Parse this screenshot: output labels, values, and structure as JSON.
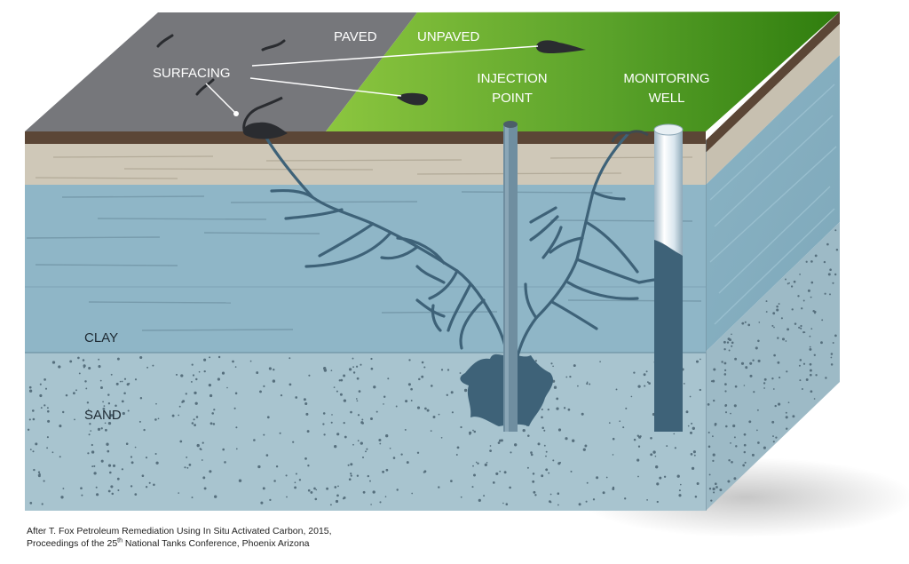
{
  "labels": {
    "paved": "PAVED",
    "unpaved": "UNPAVED",
    "surfacing": "SURFACING",
    "injection_point": [
      "INJECTION",
      "POINT"
    ],
    "monitoring_well": [
      "MONITORING",
      "WELL"
    ],
    "clay": "CLAY",
    "sand": "SAND"
  },
  "caption": {
    "line1": "After T. Fox Petroleum Remediation Using In Situ Activated Carbon, 2015,",
    "line2_prefix": "Proceedings of the 25",
    "line2_sup": "th",
    "line2_suffix": " National Tanks Conference, Phoenix Arizona"
  },
  "colors": {
    "paved": "#76777b",
    "unpaved_light": "#8cc63f",
    "unpaved_dark": "#2f7d0e",
    "soil": "#5b4636",
    "topsoil_layer": "#cfc8b8",
    "clay": "#8fb6c7",
    "sand": "#a8c4cf",
    "contaminant": "#3e6278"
  }
}
